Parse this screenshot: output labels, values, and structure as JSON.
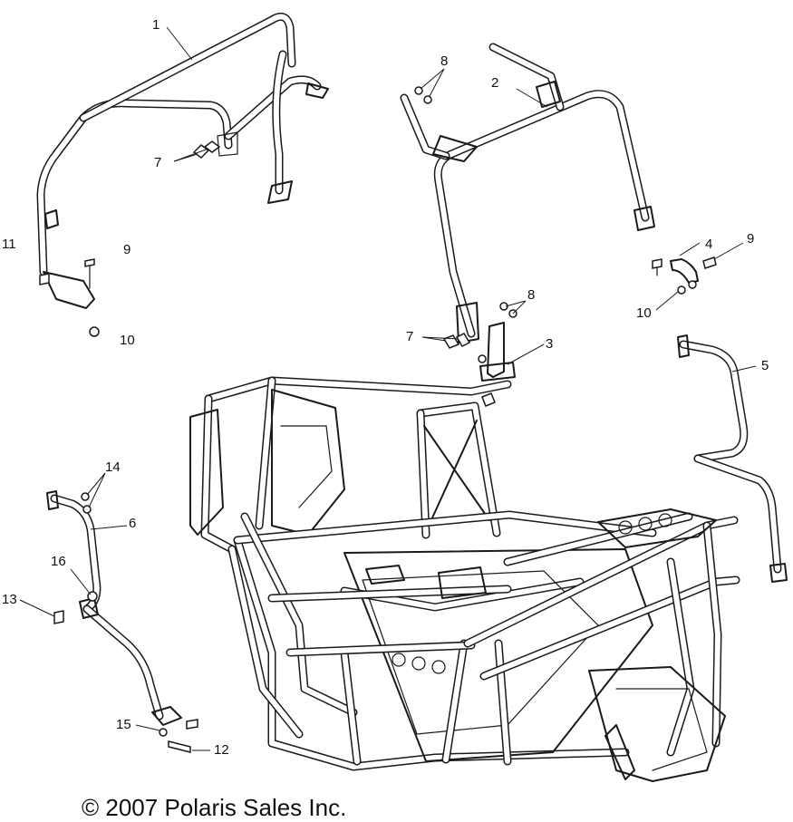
{
  "callouts": {
    "c1": "1",
    "c2": "2",
    "c3": "3",
    "c4": "4",
    "c5": "5",
    "c6": "6",
    "c7a": "7",
    "c7b": "7",
    "c8a": "8",
    "c8b": "8",
    "c9a": "9",
    "c9b": "9",
    "c10a": "10",
    "c10b": "10",
    "c11": "11",
    "c12": "12",
    "c13": "13",
    "c14": "14",
    "c15": "15",
    "c16": "16"
  },
  "copyright": "© 2007 Polaris Sales Inc."
}
